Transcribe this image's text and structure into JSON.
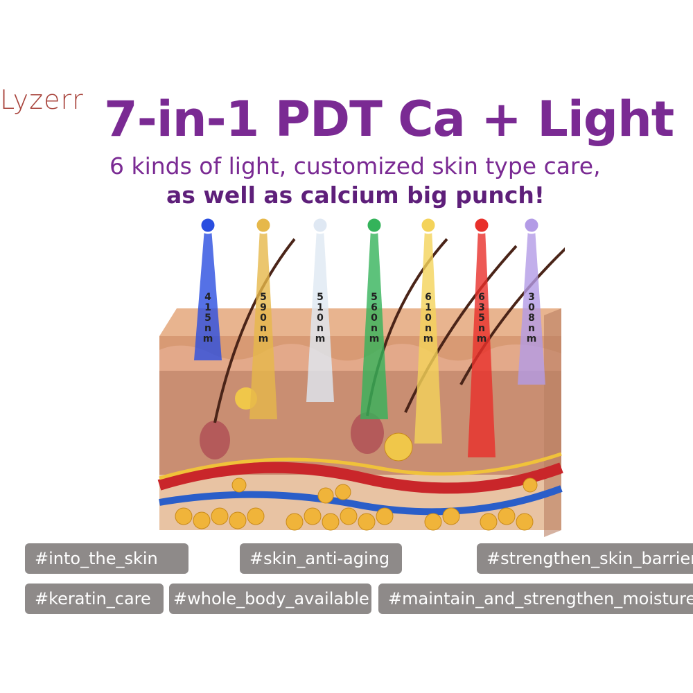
{
  "brand": {
    "logo_text": "Lyzerr"
  },
  "header": {
    "title": "7-in-1 PDT Ca + Light",
    "subtitle_line1": "6 kinds of light, customized skin type care,",
    "subtitle_line2": "as well as calcium big punch!"
  },
  "lights": [
    {
      "label": "415nm",
      "color": "#2a4ee0"
    },
    {
      "label": "590nm",
      "color": "#e6b84a"
    },
    {
      "label": "510nm",
      "color": "#dfe8f3"
    },
    {
      "label": "560nm",
      "color": "#34b35a"
    },
    {
      "label": "610nm",
      "color": "#f4d35a"
    },
    {
      "label": "635nm",
      "color": "#e8302b"
    },
    {
      "label": "308nm",
      "color": "#b39be6"
    }
  ],
  "tags": [
    "#into_the_skin",
    "#skin_anti-aging",
    "#strengthen_skin_barrier",
    "#keratin_care",
    "#whole_body_available",
    "#maintain_and_strengthen_moisture"
  ]
}
